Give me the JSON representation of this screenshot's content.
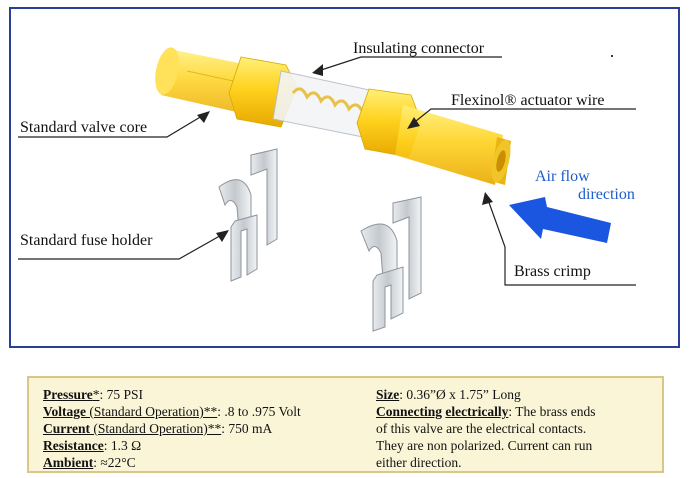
{
  "labels": {
    "insulating_connector": "Insulating connector",
    "flexinol_wire": "Flexinol® actuator wire",
    "valve_core": "Standard valve core",
    "fuse_holder": "Standard fuse holder",
    "brass_crimp": "Brass crimp",
    "air_flow_1": "Air flow",
    "air_flow_2": "direction"
  },
  "specs": {
    "pressure_label": "Pressure",
    "pressure_star": "*",
    "pressure_value": ": 75 PSI",
    "voltage_label": "Voltage",
    "voltage_mode": " (Standard Operation)**",
    "voltage_value": ": .8 to .975 Volt",
    "current_label": "Current",
    "current_mode": " (Standard Operation)**",
    "current_value": ": 750 mA",
    "resistance_label": "Resistance",
    "resistance_value": ":   1.3 Ω",
    "ambient_label": "Ambient",
    "ambient_value": ":   ≈22°C",
    "size_label": "Size",
    "size_value": ":   0.36”Ø x 1.75” Long",
    "connecting_label_1": "Connecting",
    "connecting_label_2": "electrically",
    "connecting_text_1": ":   The brass ends",
    "connecting_text_2": "of this valve are the electrical contacts.",
    "connecting_text_3": "They are non   polarized. Current can run",
    "connecting_text_4": "either direction."
  },
  "colors": {
    "frame": "#2a3f9a",
    "arrow": "#1a56e0",
    "air_text": "#1f5cc8",
    "valve_yellow": "#ffd21e",
    "specs_bg": "#fbf5d8",
    "specs_border": "#d9c78a"
  }
}
